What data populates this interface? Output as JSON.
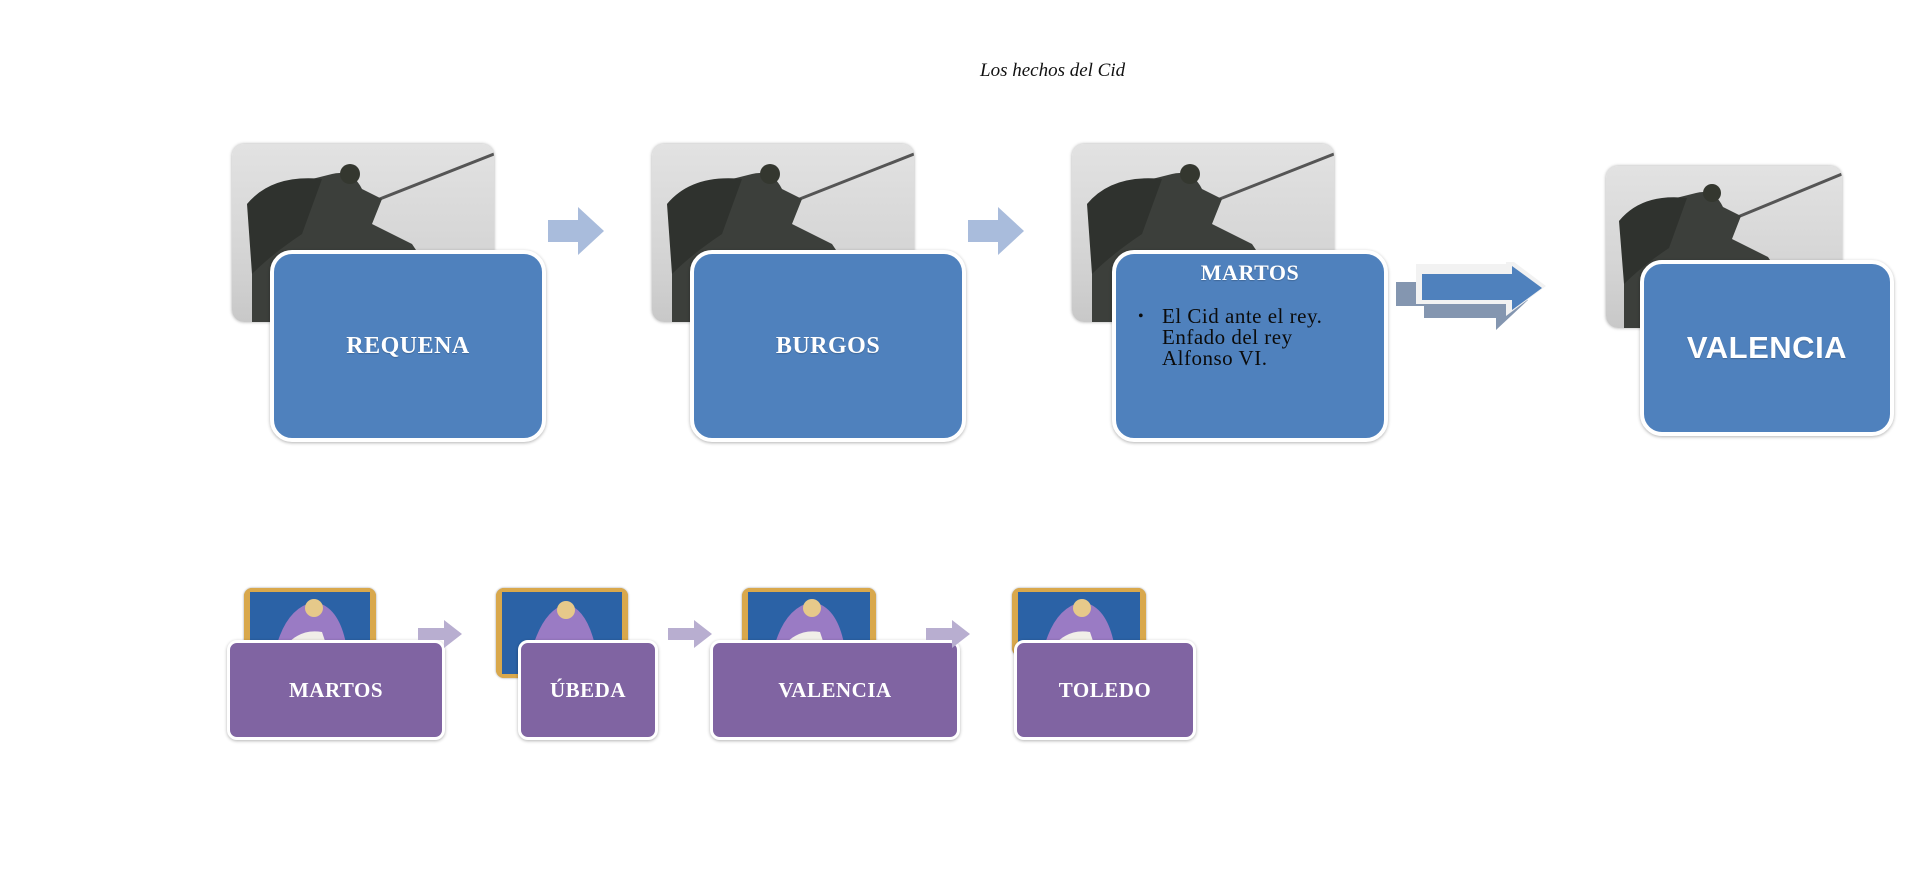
{
  "title": "Los hechos del Cid",
  "top_row": [
    {
      "label": "REQUENA"
    },
    {
      "label": "BURGOS"
    },
    {
      "label": "MARTOS",
      "bullets": [
        "El Cid ante el rey. Enfado del rey Alfonso VI."
      ]
    },
    {
      "label": "VALENCIA"
    }
  ],
  "bottom_row": [
    {
      "label": "MARTOS"
    },
    {
      "label": "ÚBEDA"
    },
    {
      "label": "VALENCIA"
    },
    {
      "label": "TOLEDO"
    }
  ],
  "colors": {
    "blue_box": "#4f81bd",
    "purple_box": "#8064a2",
    "light_blue_arrow": "#a9bcdc",
    "light_purple_arrow": "#b8aed0"
  }
}
